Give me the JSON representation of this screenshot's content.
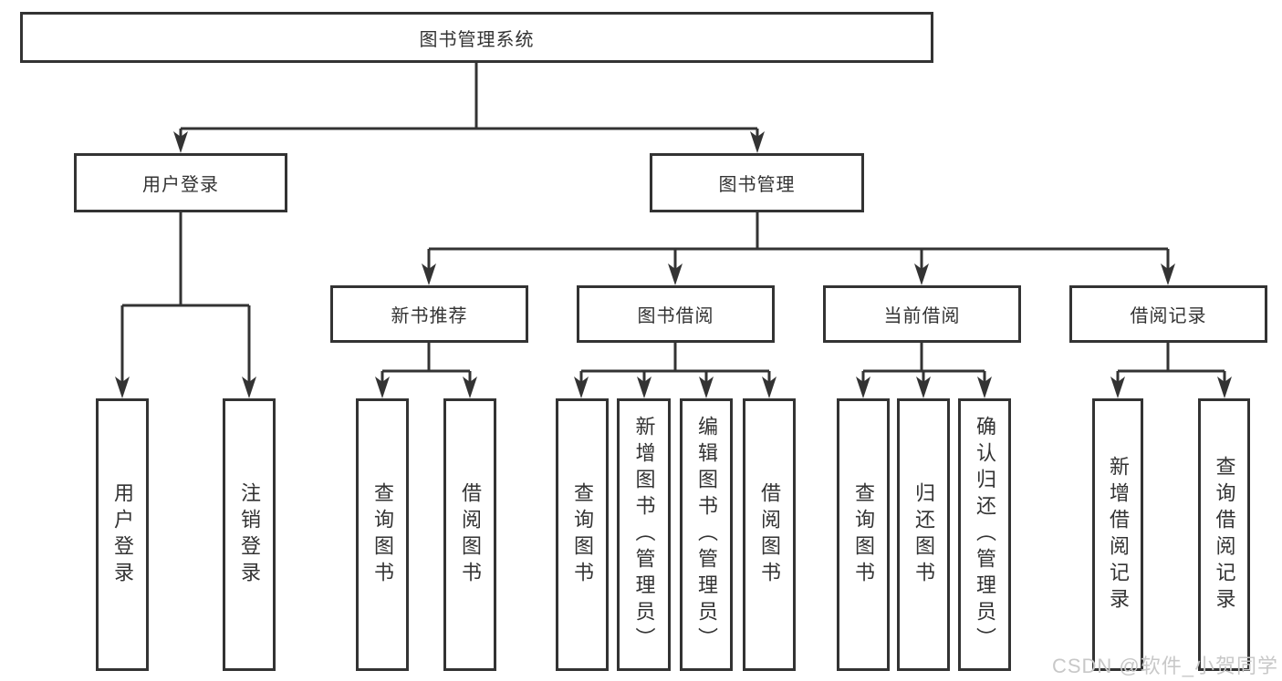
{
  "diagram": {
    "root": {
      "label": "图书管理系统"
    },
    "level2": [
      {
        "label": "用户登录"
      },
      {
        "label": "图书管理"
      }
    ],
    "level3": [
      {
        "label": "新书推荐"
      },
      {
        "label": "图书借阅"
      },
      {
        "label": "当前借阅"
      },
      {
        "label": "借阅记录"
      }
    ],
    "leaves": [
      {
        "label": "用户登录"
      },
      {
        "label": "注销登录"
      },
      {
        "label": "查询图书"
      },
      {
        "label": "借阅图书"
      },
      {
        "label": "查询图书"
      },
      {
        "label": "新增图书（管理员）"
      },
      {
        "label": "编辑图书（管理员）"
      },
      {
        "label": "借阅图书"
      },
      {
        "label": "查询图书"
      },
      {
        "label": "归还图书"
      },
      {
        "label": "确认归还（管理员）"
      },
      {
        "label": "新增借阅记录"
      },
      {
        "label": "查询借阅记录"
      }
    ]
  },
  "watermark": {
    "text": "CSDN @软件_小贺同学"
  },
  "colors": {
    "line": "#333333",
    "box_border": "#333333",
    "text": "#333333",
    "watermark_text": "#c8c8c8",
    "background": "#ffffff"
  }
}
